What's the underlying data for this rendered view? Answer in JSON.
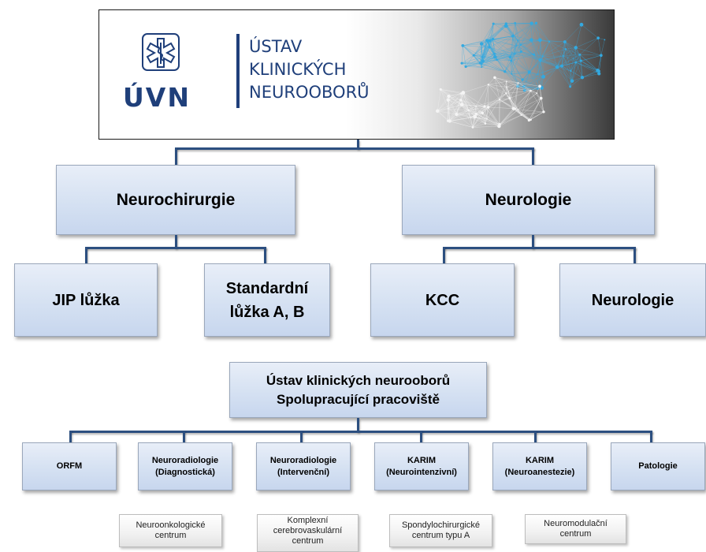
{
  "banner": {
    "logo_text": "ÚVN",
    "title_lines": [
      "ÚSTAV",
      "KLINICKÝCH",
      "NEUROOBORŮ"
    ]
  },
  "level1": {
    "left": "Neurochirurgie",
    "right": "Neurologie"
  },
  "level2": {
    "jip": "JIP lůžka",
    "standardni": "Standardní\nlůžka A, B",
    "kcc": "KCC",
    "neurologie": "Neurologie"
  },
  "collab": {
    "title": "Ústav klinických neurooborů\nSpolupracující pracoviště",
    "units": [
      "ORFM",
      "Neuroradiologie\n(Diagnostická)",
      "Neuroradiologie\n(Intervenční)",
      "KARIM\n(Neurointenzivní)",
      "KARIM\n(Neuroanestezie)",
      "Patologie"
    ],
    "centers": [
      "Neuroonkologické\ncentrum",
      "Komplexní\ncerebrovaskulární\ncentrum",
      "Spondylochirurgické\ncentrum typu A",
      "Neuromodulační\ncentrum"
    ]
  },
  "colors": {
    "primary": "#1f3f7a",
    "connector": "#2c4f80",
    "box_fill": "#d5e1f2"
  }
}
